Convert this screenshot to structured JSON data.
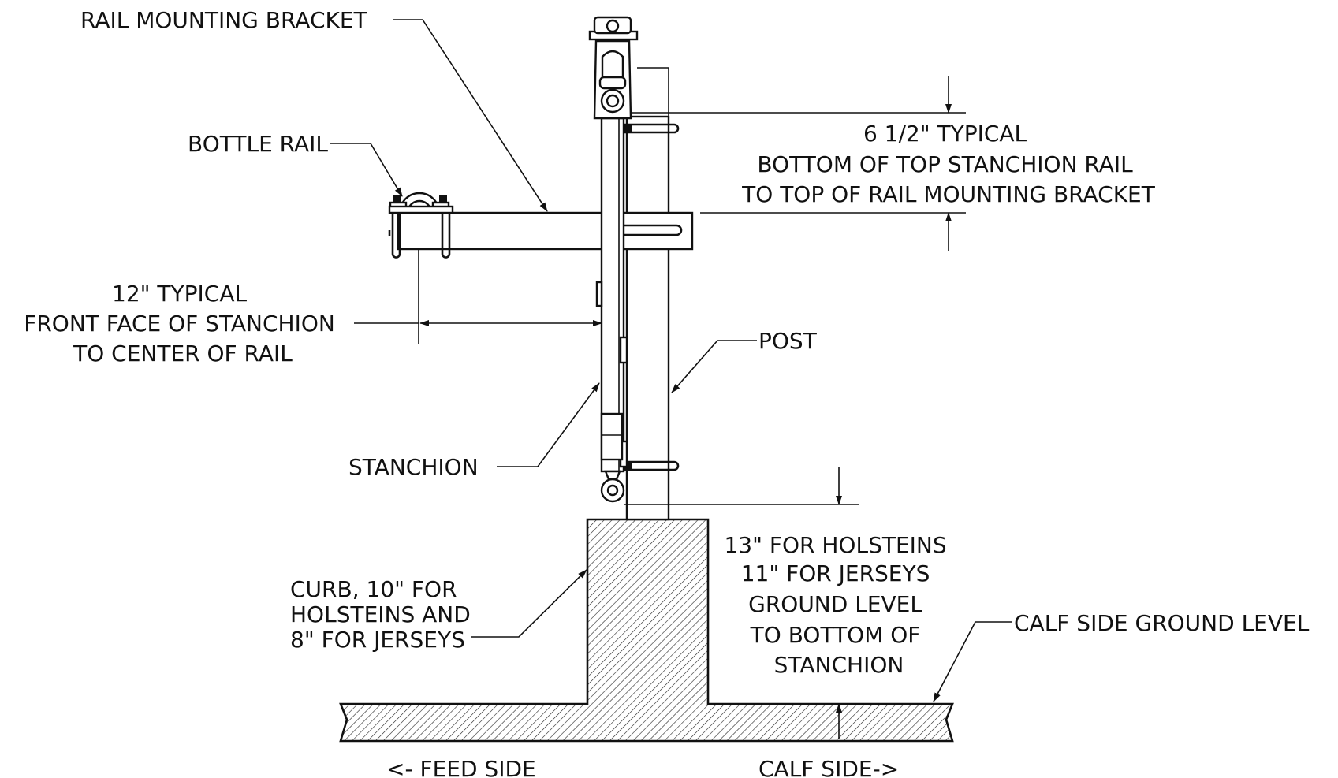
{
  "labels": {
    "rail_mounting_bracket": "RAIL MOUNTING BRACKET",
    "bottle_rail": "BOTTLE RAIL",
    "post": "POST",
    "stanchion": "STANCHION",
    "calf_side_ground": "CALF SIDE GROUND LEVEL",
    "feed_side": "<- FEED SIDE",
    "calf_side": "CALF SIDE->"
  },
  "dimension_top": {
    "lines": [
      "6 1/2\" TYPICAL",
      "BOTTOM OF TOP STANCHION RAIL",
      "TO TOP OF RAIL MOUNTING BRACKET"
    ]
  },
  "dimension_rail": {
    "lines": [
      "12\" TYPICAL",
      "FRONT FACE OF STANCHION",
      "TO CENTER OF RAIL"
    ]
  },
  "dimension_curb": {
    "lines": [
      "CURB, 10\" FOR",
      "HOLSTEINS AND",
      "8\" FOR JERSEYS"
    ]
  },
  "dimension_stanchion_height": {
    "lines": [
      "13\" FOR HOLSTEINS",
      "11\" FOR JERSEYS",
      "GROUND LEVEL",
      "TO BOTTOM OF",
      "STANCHION"
    ]
  }
}
